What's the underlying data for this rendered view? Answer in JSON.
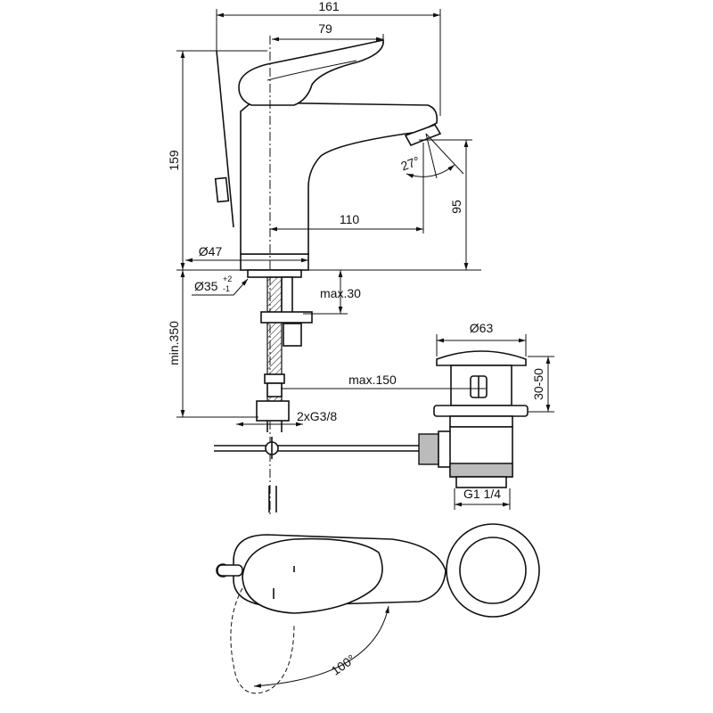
{
  "dimensions": {
    "width_total": "161",
    "lever_length": "79",
    "height_total": "159",
    "spout_height": "95",
    "spout_reach": "110",
    "base_diameter": "Ø47",
    "hole_diameter": "Ø35",
    "hole_tol_plus": "+2",
    "hole_tol_minus": "-1",
    "deck_thickness": "max.30",
    "hose_length": "min.350",
    "waste_diameter": "Ø63",
    "waste_range": "30-50",
    "rod_length": "max.150",
    "connections": "2xG3/8",
    "waste_thread": "G1 1/4",
    "spout_angle": "27°",
    "lever_rotation": "100°"
  }
}
